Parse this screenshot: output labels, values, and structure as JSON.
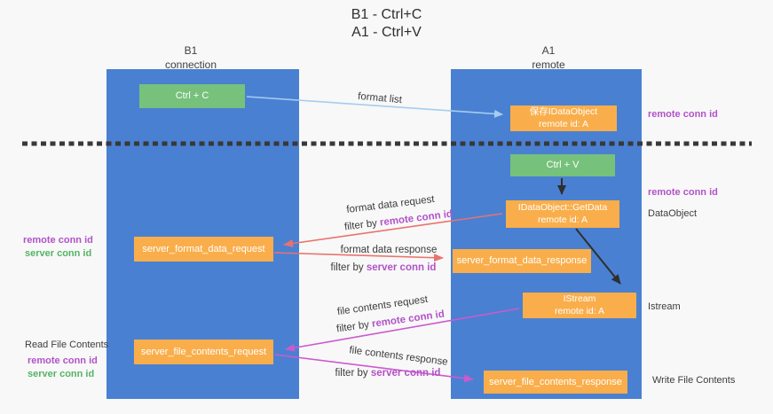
{
  "title": {
    "line1": "B1 - Ctrl+C",
    "line2": "A1 - Ctrl+V"
  },
  "lifelines": {
    "left": {
      "name": "B1",
      "role": "connection"
    },
    "right": {
      "name": "A1",
      "role": "remote"
    }
  },
  "boxes": {
    "ctrl_c": "Ctrl + C",
    "save_idataobject": {
      "line1": "保存IDataObject",
      "line2": "remote id: A"
    },
    "ctrl_v": "Ctrl + V",
    "getdata": {
      "line1": "IDataObject::GetData",
      "line2": "remote id: A"
    },
    "server_format_data_request": "server_format_data_request",
    "server_format_data_response": "server_format_data_response",
    "istream": {
      "line1": "IStream",
      "line2": "remote id: A"
    },
    "server_file_contents_request": "server_file_contents_request",
    "server_file_contents_response": "server_file_contents_response"
  },
  "arrow_labels": {
    "format_list": "format list",
    "format_data_request": "format data request",
    "format_data_response": "format data response",
    "file_contents_request": "file contents request",
    "file_contents_response": "file contents response",
    "filter_by": "filter by ",
    "remote_conn_id": "remote conn id",
    "server_conn_id": "server conn id"
  },
  "side_labels": {
    "remote_conn_id_top_right": "remote conn id",
    "remote_conn_id_mid_right": "remote conn id",
    "dataobject": "DataObject",
    "istream": "Istream",
    "write_file_contents": "Write File Contents",
    "read_file_contents": "Read File Contents",
    "remote_conn_id_left1": "remote conn id",
    "server_conn_id_left1": "server conn id",
    "remote_conn_id_left2": "remote conn id",
    "server_conn_id_left2": "server conn id"
  },
  "colors": {
    "lifeline_blue": "#4a80d2",
    "box_green": "#76c17c",
    "box_orange": "#f9ae4b",
    "arrow_light_blue": "#a5cdee",
    "arrow_black": "#2f2f2f",
    "arrow_salmon": "#e8736e",
    "arrow_magenta": "#cb5ace",
    "text_purple": "#b153c8",
    "text_green": "#55b364",
    "dashed_divider": "#383838"
  }
}
